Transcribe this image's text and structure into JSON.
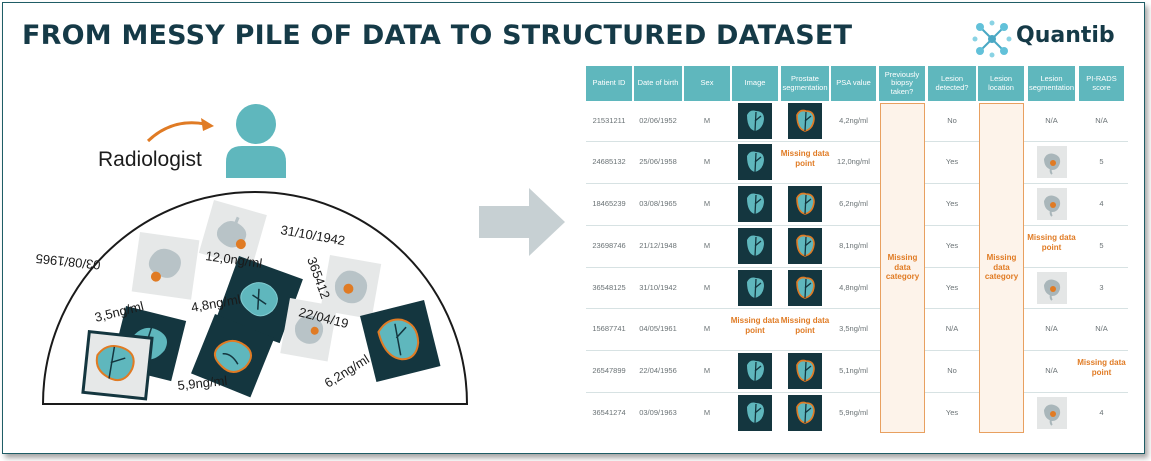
{
  "title": "FROM MESSY PILE OF DATA TO STRUCTURED DATASET",
  "logo": {
    "text": "Quantib",
    "icon": "molecule-icon"
  },
  "left": {
    "radiologist_label": "Radiologist",
    "pile_labels": [
      "31/10/1942",
      "12,0ng/ml",
      "03/08/1965",
      "365412",
      "3,5ng/ml",
      "4,8ng/ml",
      "22/04/19",
      "5,9ng/ml",
      "6,2ng/ml"
    ]
  },
  "table": {
    "columns": [
      "Patient ID",
      "Date of birth",
      "Sex",
      "Image",
      "Prostate segmentation",
      "PSA value",
      "Previously biopsy taken?",
      "Lesion detected?",
      "Lesion location",
      "Lesion segmentation",
      "PI-RADS score"
    ],
    "missing_point": "Missing data point",
    "missing_category": "Missing data category",
    "rows": [
      {
        "id": "21531211",
        "dob": "02/06/1952",
        "sex": "M",
        "image": true,
        "prostate": true,
        "psa": "4,2ng/ml",
        "detected": "No",
        "lesion_seg": "N/A",
        "pirads": "N/A"
      },
      {
        "id": "24685132",
        "dob": "25/06/1958",
        "sex": "M",
        "image": true,
        "prostate": false,
        "psa": "12,0ng/ml",
        "detected": "Yes",
        "lesion_seg": "img",
        "pirads": "5"
      },
      {
        "id": "18465239",
        "dob": "03/08/1965",
        "sex": "M",
        "image": true,
        "prostate": true,
        "psa": "6,2ng/ml",
        "detected": "Yes",
        "lesion_seg": "img",
        "pirads": "4"
      },
      {
        "id": "23698746",
        "dob": "21/12/1948",
        "sex": "M",
        "image": true,
        "prostate": true,
        "psa": "8,1ng/ml",
        "detected": "Yes",
        "lesion_seg": "missing",
        "pirads": "5"
      },
      {
        "id": "36548125",
        "dob": "31/10/1942",
        "sex": "M",
        "image": true,
        "prostate": true,
        "psa": "4,8ng/ml",
        "detected": "Yes",
        "lesion_seg": "img",
        "pirads": "3"
      },
      {
        "id": "15687741",
        "dob": "04/05/1961",
        "sex": "M",
        "image": false,
        "prostate": false,
        "psa": "3,5ng/ml",
        "detected": "N/A",
        "lesion_seg": "N/A",
        "pirads": "N/A"
      },
      {
        "id": "26547899",
        "dob": "22/04/1956",
        "sex": "M",
        "image": true,
        "prostate": true,
        "psa": "5,1ng/ml",
        "detected": "No",
        "lesion_seg": "N/A",
        "pirads": "missing"
      },
      {
        "id": "36541274",
        "dob": "03/09/1963",
        "sex": "M",
        "image": true,
        "prostate": true,
        "psa": "5,9ng/ml",
        "detected": "Yes",
        "lesion_seg": "img",
        "pirads": "4"
      }
    ]
  },
  "colors": {
    "teal_header": "#5fb7bd",
    "dark_navy": "#14363f",
    "orange": "#e07b24",
    "person": "#5fb7bd"
  }
}
